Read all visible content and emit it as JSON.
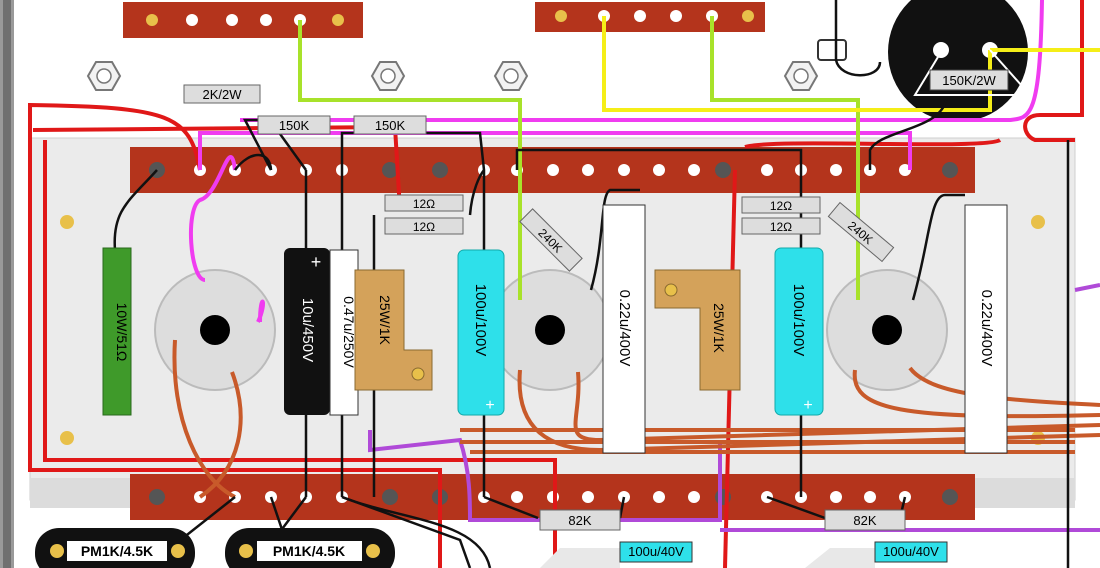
{
  "labels": {
    "r_2k2w": "2K/2W",
    "r_150k_a": "150K",
    "r_150k_b": "150K",
    "r_150k2w": "150K/2W",
    "r_12_a": "12Ω",
    "r_12_b": "12Ω",
    "r_12_c": "12Ω",
    "r_12_d": "12Ω",
    "r_240k_a": "240K",
    "r_240k_b": "240K",
    "r_10w51": "10W/51Ω",
    "c_10u450": "10u/450V",
    "c_047u250": "0.47u/250V",
    "r_25w1k_a": "25W/1K",
    "r_25w1k_b": "25W/1K",
    "c_100u100_a": "100u/100V",
    "c_100u100_b": "100u/100V",
    "c_022u400_a": "0.22u/400V",
    "c_022u400_b": "0.22u/400V",
    "r_82k_a": "82K",
    "r_82k_b": "82K",
    "c_100u40_a": "100u/40V",
    "c_100u40_b": "100u/40V",
    "pot_a": "PM1K/4.5K",
    "pot_b": "PM1K/4.5K",
    "plus_a": "+",
    "plus_b": "+",
    "plus_c": "+"
  },
  "colors": {
    "board": "#ebebeb",
    "strip": "#b4341c",
    "red_wire": "#e01818",
    "magenta_wire": "#f03cf0",
    "green_wire": "#a8e22a",
    "yellow_wire": "#f5ee18",
    "purple_wire": "#b04ad8",
    "brown_wire": "#c85a2a",
    "black_wire": "#111111",
    "green_resistor": "#3f9a2a",
    "cyan_cap": "#2ee0ea",
    "tan_resistor": "#d4a25a"
  }
}
